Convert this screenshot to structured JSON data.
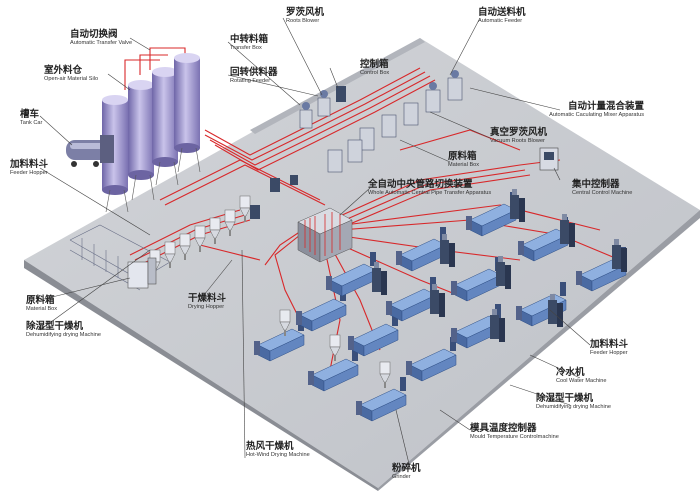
{
  "labels": {
    "transfer_valve": {
      "zh": "自动切换阀",
      "en": "Automatic Transfer Valve"
    },
    "silo": {
      "zh": "室外料仓",
      "en": "Open-air Material Silo"
    },
    "tank_car": {
      "zh": "槽车",
      "en": "Tank Car"
    },
    "feeder_hopper_left": {
      "zh": "加料料斗",
      "en": "Feeder Hopper"
    },
    "material_box_left": {
      "zh": "原料箱",
      "en": "Material Box"
    },
    "dehumidifying_left": {
      "zh": "除湿型干燥机",
      "en": "Dehumidifying drying Machine"
    },
    "transfer_box": {
      "zh": "中转料箱",
      "en": "Transfer Box"
    },
    "rotating_feeder": {
      "zh": "回转供料器",
      "en": "Rotating Feeder"
    },
    "roots_blower": {
      "zh": "罗茨风机",
      "en": "Roots Blower"
    },
    "control_box": {
      "zh": "控制箱",
      "en": "Control Box"
    },
    "automatic_feeder": {
      "zh": "自动送料机",
      "en": "Automatic Feeder"
    },
    "mixer": {
      "zh": "自动计量混合装置",
      "en": "Automatic Caculating Mixer Apparatus"
    },
    "vacuum_blower": {
      "zh": "真空罗茨风机",
      "en": "Vacuum Roots Blower"
    },
    "material_box_mid": {
      "zh": "原料箱",
      "en": "Material Box"
    },
    "central_control": {
      "zh": "集中控制器",
      "en": "Central Control Machine"
    },
    "central_pipe": {
      "zh": "全自动中央管路切换装置",
      "en": "Whole Automatic Central Pipe Transfer Apparatus"
    },
    "drying_hopper": {
      "zh": "干燥料斗",
      "en": "Drying Hopper"
    },
    "feeder_hopper_right": {
      "zh": "加料料斗",
      "en": "Feeder Hopper"
    },
    "cool_water": {
      "zh": "冷水机",
      "en": "Cool Water Machine"
    },
    "dehumidifying_right": {
      "zh": "除湿型干燥机",
      "en": "Dehumidifying drying Machine"
    },
    "mould_temp": {
      "zh": "模具温度控制器",
      "en": "Mould Temperature Controlmachine"
    },
    "hot_wind": {
      "zh": "热风干燥机",
      "en": "Hot-Wind Drying Machine"
    },
    "grinder": {
      "zh": "粉碎机",
      "en": "Grinder"
    }
  },
  "colors": {
    "floor_top": "#c9cbd0",
    "floor_side": "#8a8d94",
    "pipe_red": "#d8282a",
    "machine_blue": "#5f80b8",
    "silo_purple": "#9c93c9",
    "leader": "#444444"
  }
}
